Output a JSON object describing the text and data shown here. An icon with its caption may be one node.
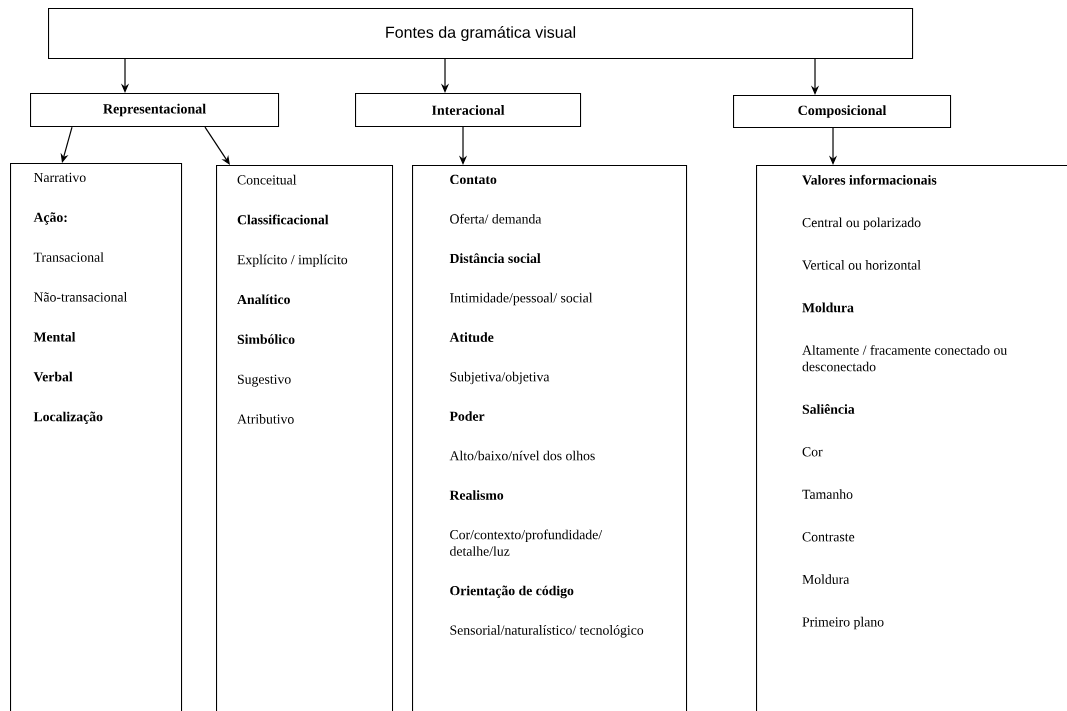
{
  "diagram": {
    "nodes": [
      {
        "text": [
          "Fontes da gramática visual"
        ]
      },
      {
        "text": [
          "Representacional"
        ]
      },
      {
        "text": [
          "Interacional"
        ]
      },
      {
        "text": [
          "Composicional"
        ]
      },
      {
        "text": [
          "Narrativo",
          "**Ação:**",
          "Transacional",
          "Não-transacional",
          "**Mental**",
          "**Verbal**",
          "**Localização**"
        ]
      },
      {
        "text": [
          "Conceitual",
          "**Classificacional**",
          "Explícito / implícito",
          "**Analítico**",
          "**Simbólico**",
          "Sugestivo",
          "Atributivo"
        ]
      },
      {
        "text": [
          "**Contato**",
          "Oferta/ demanda",
          "**Distância social**",
          "Intimidade/pessoal/ social",
          "**Atitude**",
          "Subjetiva/objetiva",
          "**Poder**",
          "Alto/baixo/nível dos olhos",
          "**Realismo**",
          "Cor/contexto/profundidade/ detalhe/luz",
          "**Orientação de código**",
          "Sensorial/naturalístico/ tecnológico"
        ]
      },
      {
        "text": [
          "**Valores informacionais**",
          "Central ou polarizado",
          "Vertical ou horizontal",
          "**Moldura**",
          "Altamente / fracamente conectado ou desconectado",
          "**Saliência**",
          "Cor",
          "Tamanho",
          "Contraste",
          "Moldura",
          "Primeiro plano"
        ]
      }
    ],
    "edges": [
      {
        "from": 0,
        "to": 1,
        "arrow": "to"
      },
      {
        "from": 0,
        "to": 2,
        "arrow": "to"
      },
      {
        "from": 0,
        "to": 3,
        "arrow": "to"
      },
      {
        "from": 1,
        "to": 4,
        "arrow": "to"
      },
      {
        "from": 1,
        "to": 5,
        "arrow": "to"
      },
      {
        "from": 2,
        "to": 6,
        "arrow": "to"
      },
      {
        "from": 3,
        "to": 7,
        "arrow": "to"
      }
    ]
  }
}
